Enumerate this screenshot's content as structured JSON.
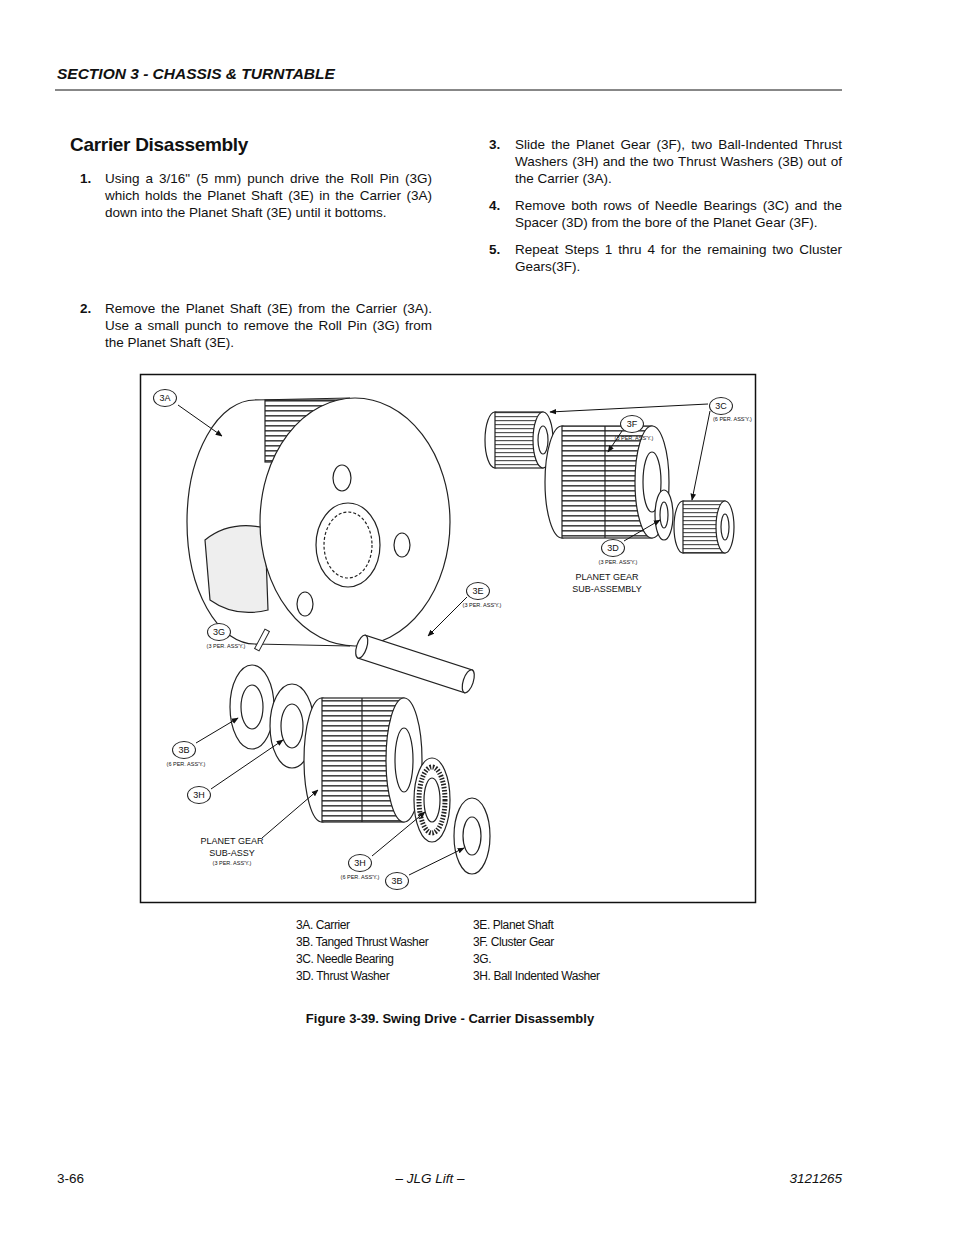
{
  "diagram": {
    "title": "Carrier Disassembly",
    "caption": "Figure 3-39. Swing Drive - Carrier Disassembly",
    "nodes": [
      {
        "text": [
          "3A"
        ]
      },
      {
        "text": [
          "3C"
        ]
      },
      {
        "text": [
          "3F"
        ]
      },
      {
        "text": [
          "3D"
        ]
      },
      {
        "text": [
          "3E"
        ]
      },
      {
        "text": [
          "3G"
        ]
      },
      {
        "text": [
          "3B"
        ]
      },
      {
        "text": [
          "3H"
        ]
      },
      {
        "text": [
          "3H"
        ]
      },
      {
        "text": [
          "3B"
        ]
      }
    ],
    "labels": [
      "SECTION 3 - CHASSIS & TURNTABLE",
      "1.",
      "Using a 3/16\" (5 mm) punch drive the Roll Pin (3G) which holds the Planet Shaft (3E) in the Carrier (3A) down into the Planet Shaft (3E) until it bottoms.",
      "2.",
      "Remove the Planet Shaft (3E) from the Carrier (3A). Use a small punch to remove the Roll Pin (3G) from the Planet Shaft (3E).",
      "3.",
      "Slide the Planet Gear (3F), two Ball-Indented Thrust Washers (3H) and the two Thrust Washers (3B) out of the Carrier (3A).",
      "4.",
      "Remove both rows of Needle Bearings (3C) and the Spacer (3D) from the bore of the Planet Gear (3F).",
      "5.",
      "Repeat Steps 1 thru 4 for the remaining two Cluster Gears(3F).",
      "(3 PER. ASS'Y.)",
      "(6 PER. ASS'Y.)",
      "(3 PER. ASS'Y.)",
      "PLANET GEAR SUB-ASSEMBLY",
      "(3 PER. ASS'Y.)",
      "(3 PER. ASS'Y.)",
      "(6 PER. ASS'Y.)",
      "PLANET GEAR SUB-ASSY",
      "(3 PER. ASS'Y.)",
      "(6 PER. ASS'Y.)",
      "3A. Carrier",
      "3B. Tanged Thrust Washer",
      "3C. Needle Bearing",
      "3D. Thrust Washer",
      "3E. Planet Shaft",
      "3F. Cluster Gear",
      "3G.",
      "3H. Ball Indented Washer",
      "3-66",
      "– JLG Lift –",
      "3121265"
    ]
  }
}
